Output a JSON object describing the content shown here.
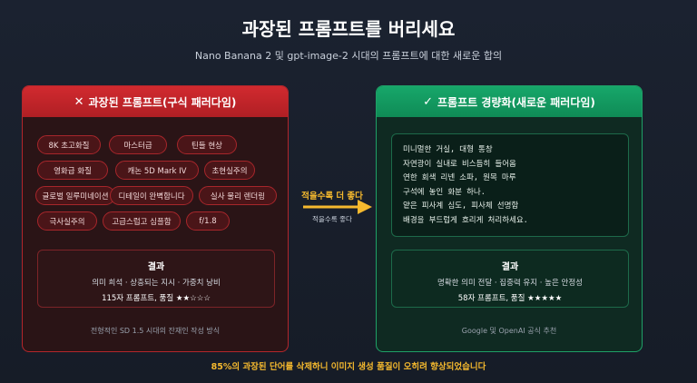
{
  "title": "과장된 프롬프트를 버리세요",
  "subtitle": "Nano Banana 2 및 gpt-image-2 시대의 프롬프트에 대한 새로운 합의",
  "left_panel": {
    "header": "과장된 프롬프트(구식 패러다임)",
    "header_icon": "✕",
    "tags": [
      "8K 초고화질",
      "마스터급",
      "틴들 현상",
      "영화급 화질",
      "캐논 5D Mark IV",
      "초현실주의",
      "글로벌 일루미네이션",
      "디테일이 완벽합니다",
      "실사 물리 렌더링",
      "극사실주의",
      "고급스럽고 심플함",
      "f/1.8"
    ],
    "result_title": "결과",
    "result_line": "의미 희석 · 상충되는 지시 · 가중치 낭비",
    "result_score": "115자 프롬프트, 품질 ★★☆☆☆",
    "footnote": "전형적인 SD 1.5 시대의 잔재인 작성 방식"
  },
  "arrow": {
    "label": "적을수록 더 좋다",
    "sublabel": "적을수록 좋다",
    "color": "#f5b92e"
  },
  "right_panel": {
    "header": "프롬프트 경량화(새로운 패러다임)",
    "header_icon": "✓",
    "prompt_lines": [
      "미니멀한 거실, 대형 통창",
      "자연광이 실내로 비스듬히 들어옴",
      "연한 회색 리넨 소파, 원목 마루",
      "구석에 놓인 화분 하나.",
      "얕은 피사계 심도, 피사체 선명함",
      "배경을 부드럽게 흐리게 처리하세요."
    ],
    "result_title": "결과",
    "result_line": "명확한 의미 전달 · 집중력 유지 · 높은 안정성",
    "result_score": "58자 프롬프트, 품질 ★★★★★",
    "footnote": "Google 및 OpenAI 공식 추천"
  },
  "bottom_note": "85%의 과장된 단어를 삭제하니 이미지 생성 품질이 오히려 향상되었습니다",
  "colors": {
    "bad": "#b3262b",
    "good": "#1fa067",
    "accent": "#f5b92e"
  }
}
